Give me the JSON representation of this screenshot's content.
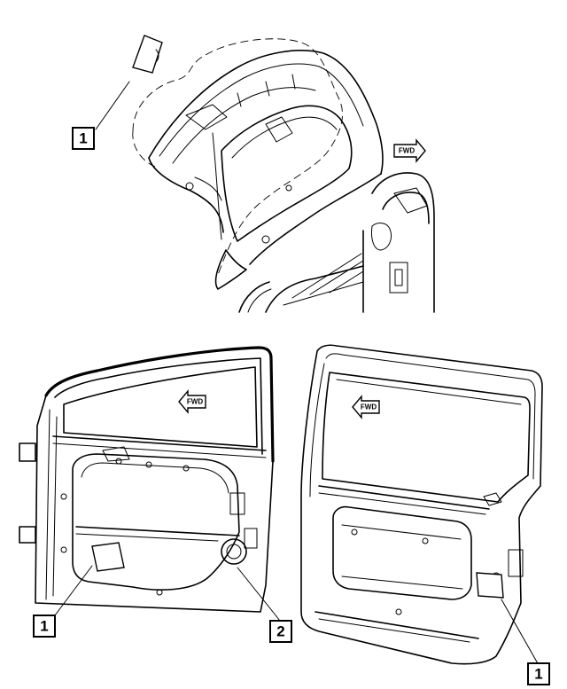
{
  "callouts": {
    "liftgate": "1",
    "front_door": "1",
    "front_door_part2": "2",
    "sliding_door": "1"
  },
  "direction_arrows": {
    "liftgate": "FWD",
    "front_door": "FWD",
    "sliding_door": "FWD"
  }
}
